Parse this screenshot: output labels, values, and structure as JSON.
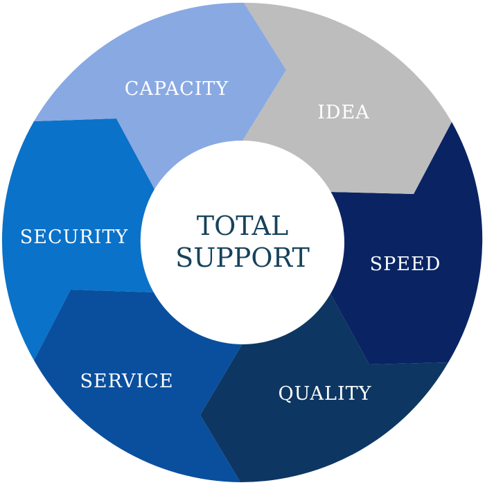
{
  "center": {
    "line1": "TOTAL",
    "line2": "SUPPORT"
  },
  "segments": [
    {
      "label": "CAPACITY",
      "color": "#89a9e3"
    },
    {
      "label": "IDEA",
      "color": "#bdbdbd"
    },
    {
      "label": "SPEED",
      "color": "#0a2463"
    },
    {
      "label": "QUALITY",
      "color": "#0d3762"
    },
    {
      "label": "SERVICE",
      "color": "#0a4f9e"
    },
    {
      "label": "SECURITY",
      "color": "#0a72c9"
    }
  ]
}
